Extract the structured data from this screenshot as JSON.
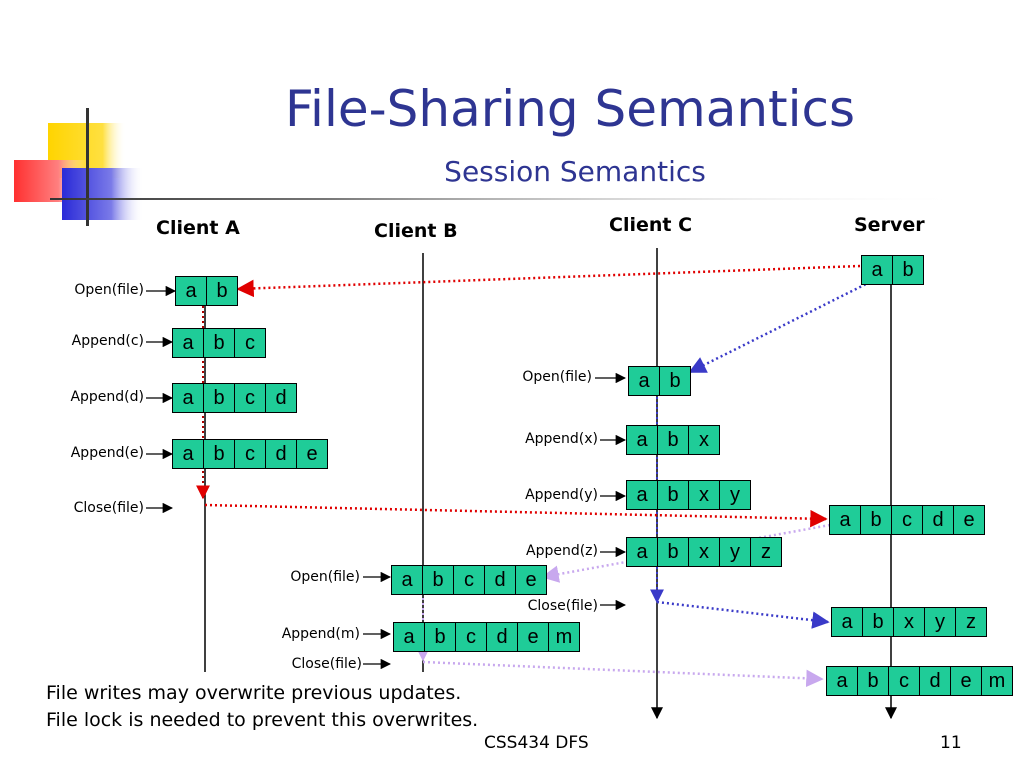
{
  "title": "File-Sharing Semantics",
  "subtitle": "Session Semantics",
  "columns": {
    "client_a": "Client A",
    "client_b": "Client B",
    "client_c": "Client C",
    "server": "Server"
  },
  "client_a": {
    "ops": [
      {
        "label": "Open(file)",
        "cells": [
          "a",
          "b"
        ]
      },
      {
        "label": "Append(c)",
        "cells": [
          "a",
          "b",
          "c"
        ]
      },
      {
        "label": "Append(d)",
        "cells": [
          "a",
          "b",
          "c",
          "d"
        ]
      },
      {
        "label": "Append(e)",
        "cells": [
          "a",
          "b",
          "c",
          "d",
          "e"
        ]
      },
      {
        "label": "Close(file)",
        "cells": []
      }
    ]
  },
  "client_b": {
    "ops": [
      {
        "label": "Open(file)",
        "cells": [
          "a",
          "b",
          "c",
          "d",
          "e"
        ]
      },
      {
        "label": "Append(m)",
        "cells": [
          "a",
          "b",
          "c",
          "d",
          "e",
          "m"
        ]
      },
      {
        "label": "Close(file)",
        "cells": []
      }
    ]
  },
  "client_c": {
    "ops": [
      {
        "label": "Open(file)",
        "cells": [
          "a",
          "b"
        ]
      },
      {
        "label": "Append(x)",
        "cells": [
          "a",
          "b",
          "x"
        ]
      },
      {
        "label": "Append(y)",
        "cells": [
          "a",
          "b",
          "x",
          "y"
        ]
      },
      {
        "label": "Append(z)",
        "cells": [
          "a",
          "b",
          "x",
          "y",
          "z"
        ]
      },
      {
        "label": "Close(file)",
        "cells": []
      }
    ]
  },
  "server": {
    "versions": [
      [
        "a",
        "b"
      ],
      [
        "a",
        "b",
        "c",
        "d",
        "e"
      ],
      [
        "a",
        "b",
        "x",
        "y",
        "z"
      ],
      [
        "a",
        "b",
        "c",
        "d",
        "e",
        "m"
      ]
    ]
  },
  "notes": [
    "File writes may overwrite previous updates.",
    "File lock is needed to prevent this overwrites."
  ],
  "footer": {
    "course": "CSS434 DFS",
    "page": "11"
  },
  "colors": {
    "title": "#2e3592",
    "cell": "#1fcc98",
    "arrow_red": "#e00000",
    "arrow_blue": "#3a3ac8",
    "arrow_lavender": "#c8a8ee"
  }
}
